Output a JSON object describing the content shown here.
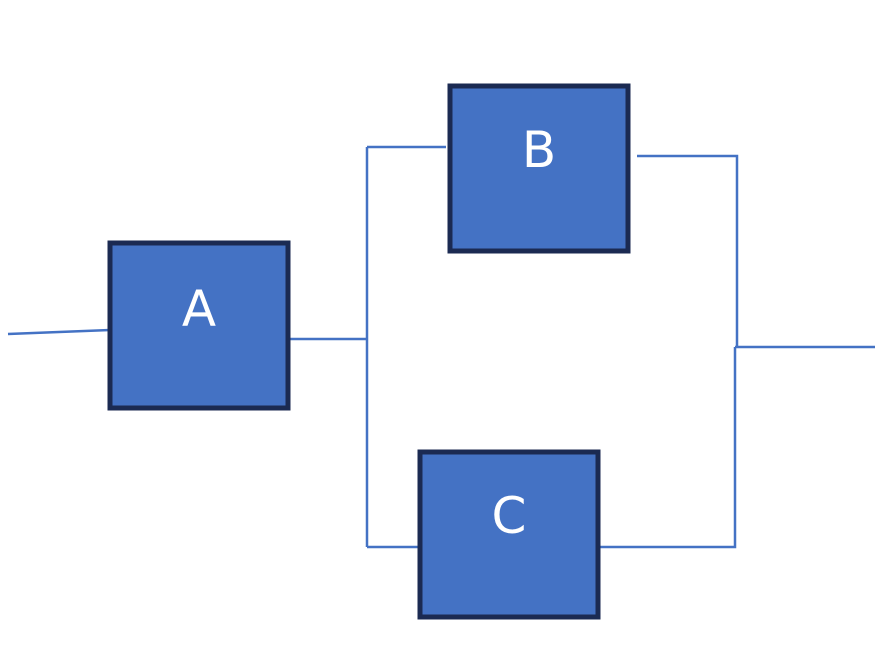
{
  "colors": {
    "block_fill": "#4472C4",
    "block_border": "#1B2A52",
    "wire": "#4472C4",
    "label": "#FFFFFF"
  },
  "blocks": {
    "a": {
      "label": "A"
    },
    "b": {
      "label": "B"
    },
    "c": {
      "label": "C"
    }
  }
}
